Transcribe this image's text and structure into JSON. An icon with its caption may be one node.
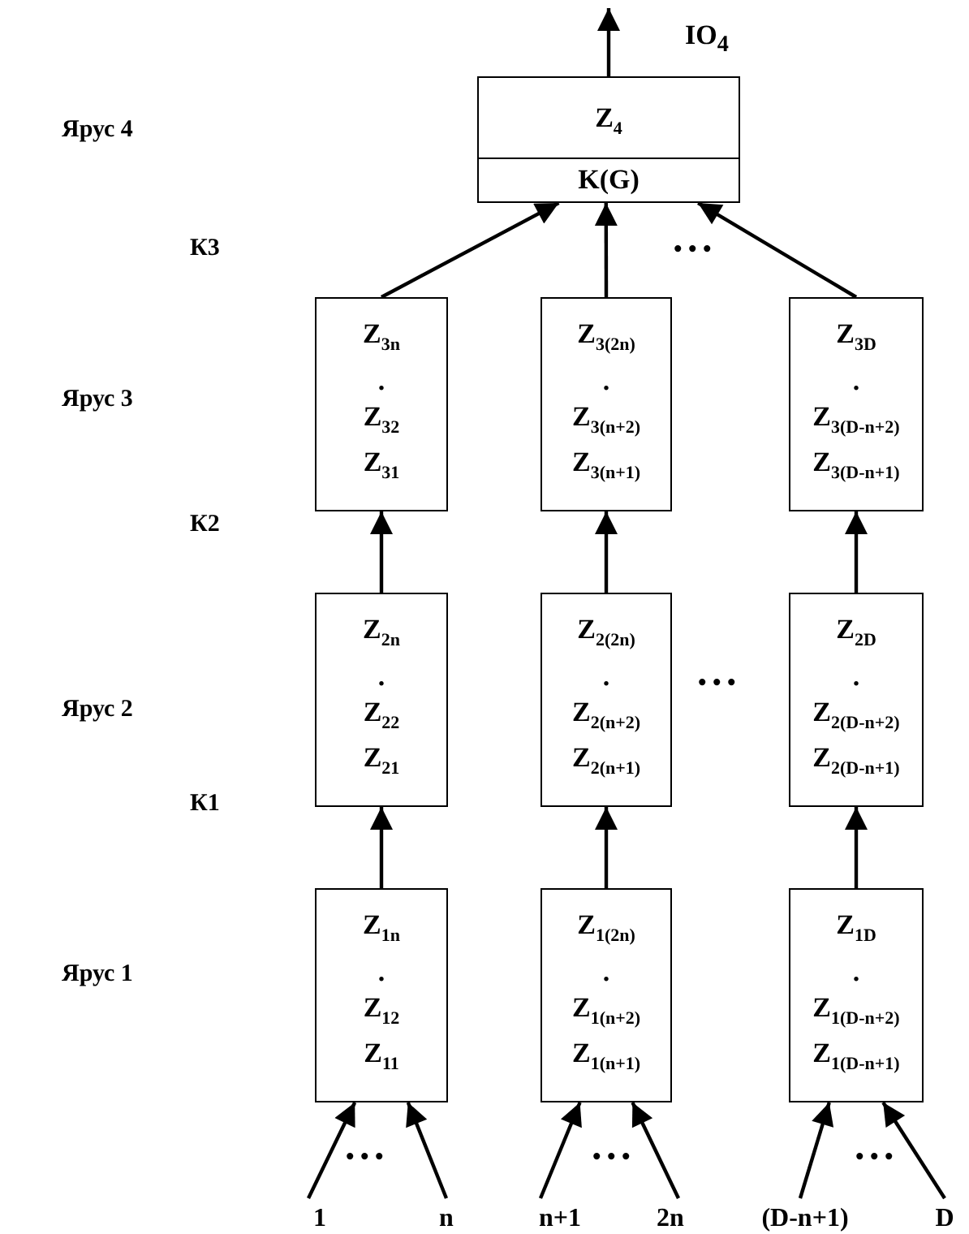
{
  "diagram": {
    "nodes": [
      {
        "text": [
          "Z$_{4}$",
          "K(G)"
        ],
        "beside": [
          "IO$_{4}$"
        ]
      },
      {
        "text": [
          "Z$_{3n}$",
          ".",
          "Z$_{32}$",
          "Z$_{31}$"
        ]
      },
      {
        "text": [
          "Z$_{3(2n)}$",
          ".",
          "Z$_{3(n+2)}$",
          "Z$_{3(n+1)}$"
        ]
      },
      {
        "text": [
          "Z$_{3D}$",
          ".",
          "Z$_{3(D-n+2)}$",
          "Z$_{3(D-n+1)}$"
        ]
      },
      {
        "text": [
          "Z$_{2n}$",
          ".",
          "Z$_{22}$",
          "Z$_{21}$"
        ]
      },
      {
        "text": [
          "Z$_{2(2n)}$",
          ".",
          "Z$_{2(n+2)}$",
          "Z$_{2(n+1)}$"
        ]
      },
      {
        "text": [
          "Z$_{2D}$",
          ".",
          "Z$_{2(D-n+2)}$",
          "Z$_{2(D-n+1)}$"
        ]
      },
      {
        "text": [
          "Z$_{1n}$",
          ".",
          "Z$_{12}$",
          "Z$_{11}$"
        ]
      },
      {
        "text": [
          "Z$_{1(2n)}$",
          ".",
          "Z$_{1(n+2)}$",
          "Z$_{1(n+1)}$"
        ]
      },
      {
        "text": [
          "Z$_{1D}$",
          ".",
          "Z$_{1(D-n+2)}$",
          "Z$_{1(D-n+1)}$"
        ]
      },
      {
        "text": [
          "1"
        ]
      },
      {
        "text": [
          "n"
        ]
      },
      {
        "text": [
          "n+1"
        ]
      },
      {
        "text": [
          "2n"
        ]
      },
      {
        "text": [
          "(D-n+1)"
        ]
      },
      {
        "text": [
          "D"
        ]
      }
    ],
    "edges": [
      {
        "from": 0,
        "to": null,
        "arrow": "to"
      },
      {
        "from": 1,
        "to": 0,
        "arrow": "to"
      },
      {
        "from": 2,
        "to": 0,
        "arrow": "to"
      },
      {
        "from": 3,
        "to": 0,
        "arrow": "to"
      },
      {
        "from": 4,
        "to": 1,
        "arrow": "to"
      },
      {
        "from": 5,
        "to": 2,
        "arrow": "to"
      },
      {
        "from": 6,
        "to": 3,
        "arrow": "to"
      },
      {
        "from": 7,
        "to": 4,
        "arrow": "to"
      },
      {
        "from": 8,
        "to": 5,
        "arrow": "to"
      },
      {
        "from": 9,
        "to": 6,
        "arrow": "to"
      },
      {
        "from": 10,
        "to": 7,
        "arrow": "to"
      },
      {
        "from": 11,
        "to": 7,
        "arrow": "to"
      },
      {
        "from": 12,
        "to": 8,
        "arrow": "to"
      },
      {
        "from": 13,
        "to": 8,
        "arrow": "to"
      },
      {
        "from": 14,
        "to": 9,
        "arrow": "to"
      },
      {
        "from": 15,
        "to": 9,
        "arrow": "to"
      }
    ],
    "labels": [
      "Ярус 4",
      "К3",
      "• • •",
      "Ярус 3",
      "К2",
      "Ярус 2",
      "• • •",
      "К1",
      "Ярус 1",
      "• • •",
      "• • •",
      "• • •"
    ]
  }
}
